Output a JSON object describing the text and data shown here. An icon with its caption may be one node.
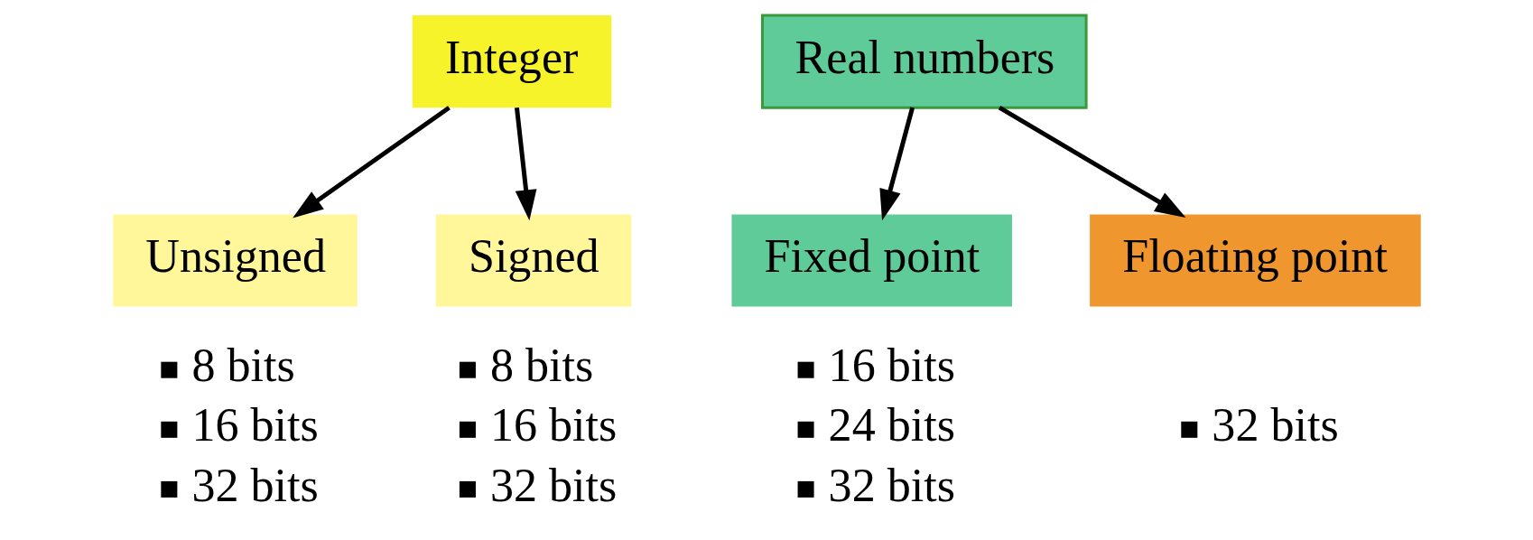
{
  "diagram": {
    "nodes": [
      {
        "text": [
          "Integer"
        ]
      },
      {
        "text": [
          "Real numbers"
        ]
      },
      {
        "text": [
          "Unsigned"
        ],
        "beside": [
          "8 bits",
          "16 bits",
          "32 bits"
        ]
      },
      {
        "text": [
          "Signed"
        ],
        "beside": [
          "8 bits",
          "16 bits",
          "32 bits"
        ]
      },
      {
        "text": [
          "Fixed point"
        ],
        "beside": [
          "16 bits",
          "24 bits",
          "32 bits"
        ]
      },
      {
        "text": [
          "Floating point"
        ],
        "beside": [
          "32 bits"
        ]
      }
    ],
    "edges": [
      {
        "from": 0,
        "to": 2,
        "arrow": "to"
      },
      {
        "from": 0,
        "to": 3,
        "arrow": "to"
      },
      {
        "from": 1,
        "to": 4,
        "arrow": "to"
      },
      {
        "from": 1,
        "to": 5,
        "arrow": "to"
      }
    ]
  }
}
